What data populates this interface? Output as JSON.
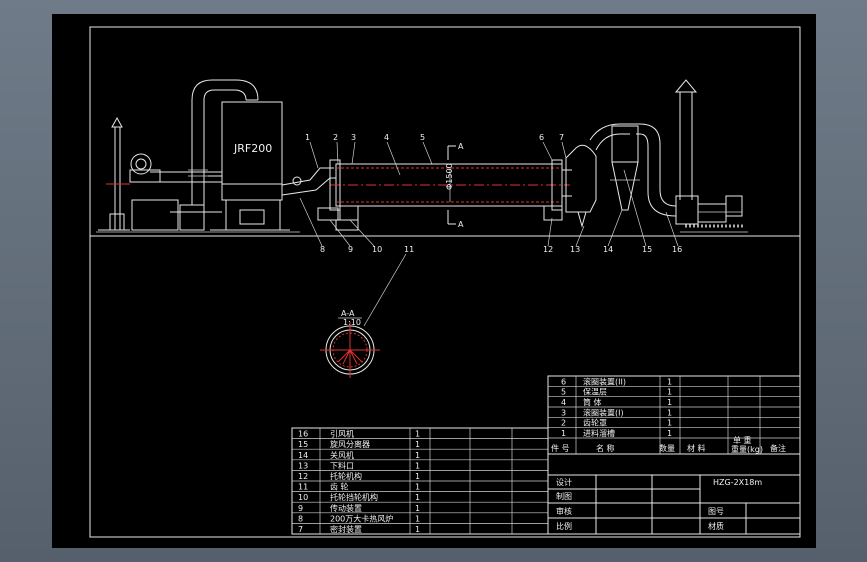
{
  "drawing": {
    "furnace_label": "JRF200",
    "section_label": "A-A",
    "section_scale": "1:10",
    "cut_mark_top": "A",
    "cut_mark_bottom": "A",
    "diameter_label": "Φ1500",
    "callouts": [
      "1",
      "2",
      "3",
      "4",
      "5",
      "6",
      "7",
      "8",
      "9",
      "10",
      "11",
      "12",
      "13",
      "14",
      "15",
      "16"
    ]
  },
  "parts_table_left": {
    "rows": [
      {
        "no": "16",
        "name": "引风机",
        "qty": "1"
      },
      {
        "no": "15",
        "name": "旋风分离器",
        "qty": "1"
      },
      {
        "no": "14",
        "name": "关风机",
        "qty": "1"
      },
      {
        "no": "13",
        "name": "下料口",
        "qty": "1"
      },
      {
        "no": "12",
        "name": "托轮机构",
        "qty": "1"
      },
      {
        "no": "11",
        "name": "齿    轮",
        "qty": "1"
      },
      {
        "no": "10",
        "name": "托轮挡轮机构",
        "qty": "1"
      },
      {
        "no": "9",
        "name": "传动装置",
        "qty": "1"
      },
      {
        "no": "8",
        "name": "200万大卡热风炉",
        "qty": "1"
      },
      {
        "no": "7",
        "name": "密封装置",
        "qty": "1"
      }
    ]
  },
  "parts_table_right": {
    "rows": [
      {
        "no": "6",
        "name": "滚圈装置(II)",
        "qty": "1"
      },
      {
        "no": "5",
        "name": "保温层",
        "qty": "1"
      },
      {
        "no": "4",
        "name": "筒    体",
        "qty": "1"
      },
      {
        "no": "3",
        "name": "滚圈装置(I)",
        "qty": "1"
      },
      {
        "no": "2",
        "name": "齿轮罩",
        "qty": "1"
      },
      {
        "no": "1",
        "name": "进料溜槽",
        "qty": "1"
      }
    ],
    "header": {
      "no": "件 号",
      "name": "名    称",
      "qty": "数量",
      "material": "材  料",
      "weight_top": "单  重",
      "weight_bottom": "重量(kg)",
      "remark": "备注"
    }
  },
  "title_block": {
    "drawing_title": "HZG-2X18m",
    "design": "设计",
    "draw": "制图",
    "check": "审核",
    "scale": "比例",
    "drawing_no": "图号",
    "material": "材质"
  },
  "colors": {
    "line": "#e8e8e8",
    "red": "#e23030",
    "bg": "#000000",
    "frame": "#6c7784"
  }
}
